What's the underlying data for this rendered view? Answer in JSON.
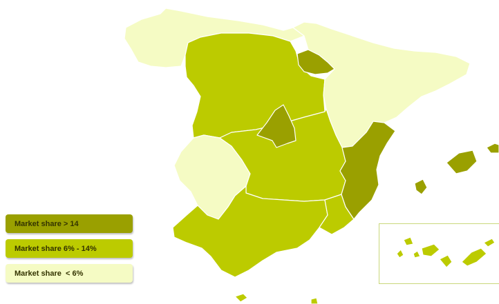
{
  "legend": {
    "items": [
      {
        "label": "Market share > 14",
        "color": "#9aa000"
      },
      {
        "label": "Market share 6% - 14%",
        "color": "#bccb00"
      },
      {
        "label": "Market share  < 6%",
        "color": "#f5fbc4"
      }
    ]
  },
  "colors": {
    "high": "#9aa000",
    "mid": "#bccb00",
    "low": "#f5fbc4",
    "border": "#ffffff",
    "inset_frame": "#c9d77a"
  },
  "regions": {
    "north_coast": "low",
    "castilla_leon": "mid",
    "la_rioja": "high",
    "madrid": "high",
    "northeast": "low",
    "extremadura": "low",
    "castilla_la_mancha": "mid",
    "andalusia": "mid",
    "valencia": "high",
    "murcia": "mid",
    "balearic": "high",
    "canary": "mid"
  }
}
